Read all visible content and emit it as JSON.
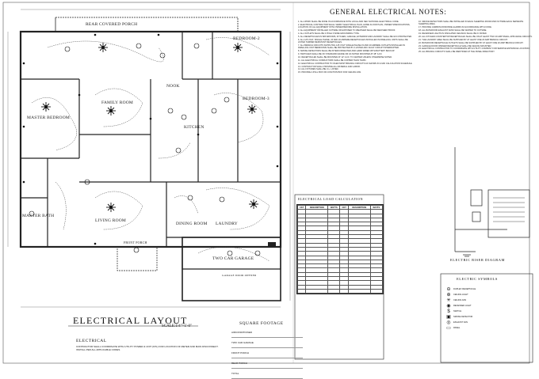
{
  "plan": {
    "title": "ELECTRICAL LAYOUT",
    "scale": "SCALE:1/4\"=1'-0\"",
    "rooms": {
      "rear_covered_porch": "REAR COVERED PORCH",
      "bedroom_2": "BEDROOM-2",
      "family_room": "FAMILY ROOM",
      "master_bedroom": "MASTER BEDROOM",
      "bedroom_3": "BEDROOM-3",
      "kitchen": "KITCHEN",
      "nook": "NOOK",
      "living_room": "LIVING ROOM",
      "dining_room": "DINING ROOM",
      "laundry": "LAUNDRY",
      "master_bath": "MASTER BATH",
      "two_car_garage": "TWO CAR GARAGE",
      "garage_door_opener": "GARAGE DOOR OPENER",
      "front_porch": "FRONT PORCH"
    }
  },
  "notes": {
    "title": "GENERAL ELECTRICAL NOTES:",
    "left_col": [
      "1. ALL WORK SHALL BE DONE IN ACCORDANCE WITH LOCAL AND NEC NATIONAL ELECTRICAL CODE.",
      "2. ELECTRICAL CONTRACTOR SHALL VERIFY ELECTRICAL PLAN, HOME FLOOR PLAN, OWNER SPECIFICATIONS, LOCATION OF ALL EQUIPMENT WITH OWNER BEFORE INSTALLATION.",
      "3. ALL EQUIPMENT INSTALLED OUTSIDE OR EXPOSED TO WEATHER SHALL BE WEATHER PROOF.",
      "4. ALL OUTLETS SHALL BE 3 POLE 3 WIRE GROUNDING TYPE.",
      "5. ALL RECEPTACLES IN BATHROOMS, KITCHEN, GARAGE, EXTERIOR AND LAUNDRY SHALL BE GFCI PROTECTED.",
      "6. ALL 125 VOLT, SINGLE PHASE, 15 AND 20 AMPERE RECEPTACLES INSTALLED IN DWELLING UNITS SHALL BE LISTED TAMPER RESISTANT RECEPTACLES.",
      "7. ALL BRANCH CIRCUITS SUPPLYING 125 VOLT SINGLE PHASE 15 AND 20 AMPERE OUTLETS INSTALLED IN DWELLING UNIT BEDROOMS SHALL BE PROTECTED BY A LISTED ARC FAULT CIRCUIT INTERRUPTER.",
      "8. SMOKE DETECTORS SHALL BE INTERCONNECTED AND HARD WIRED WITH BATTERY BACKUP.",
      "9. SWITCHES SHALL BE OF STANDARD GRADE OR AS NOTED MOUNTED AT 48\" A.F.F.",
      "10. RECEPTACLES SHALL BE MOUNTED AT 12\" A.F.F. TO CENTER UNLESS OTHERWISE NOTED.",
      "11. ALL ELECTRICAL CONDUCTORS SHALL BE COPPER THHN THWN.",
      "12. ELECTRICAL CONTRACTOR TO FILED MOST BRANCH CIRCUITS AS SHOWN IN LOAD CALCULATION SCHEDULE.",
      "13. CONTRACTOR SHALL PROVIDE ALL MATERIAL AND LABOR.",
      "14. ALL FIXTURES SHALL BE U.L. LISTED.",
      "15. PROVIDE A PULL BOX OR JUNCTION BOX FOR CEILING FAN."
    ],
    "right_col": [
      "16. SMOKE DETECTORS SHALL BE INSTALLED IN EACH SLEEPING ROOM AND OUTSIDE EACH SEPARATE SLEEPING AREA.",
      "17. PROVIDE CARBON MONOXIDE ALARMS IN ACCORDANCE WITH CODE.",
      "18. ALL BATHROOM EXHAUST FANS SHALL BE VENTED TO OUTSIDE.",
      "19. RECESSED LIGHTS IN INSULATED CEILINGS SHALL BE IC RATED.",
      "20. ALL KITCHEN COUNTERTOP RECEPTACLES SHALL BE ON AT LEAST TWO 20 AMP SMALL APPLIANCE CIRCUITS.",
      "21. THE LAUNDRY AREA SHALL BE SUPPLIED BY AT LEAST ONE 20 AMP BRANCH CIRCUIT.",
      "22. BATHROOM RECEPTACLE OUTLETS SHALL BE SUPPLIED BY AT LEAST ONE 20 AMP BRANCH CIRCUIT.",
      "23. GARAGE DOOR OPENER RECEPTACLE SHALL BE CEILING MOUNTED.",
      "24. ELECTRICAL CONTRACTOR TO COORDINATE WITH UTILITY COMPANY FOR SERVICE ENTRANCE LOCATION.",
      "25. ALL BRANCH CIRCUITS SHALL BE IDENTIFIED AT THE PANEL DIRECTORY."
    ]
  },
  "load_calc": {
    "title": "ELECTRICAL LOAD CALCULATION",
    "headers": [
      "CKT",
      "DESCRIPTION",
      "WATTS",
      "CKT",
      "DESCRIPTION",
      "WATTS"
    ],
    "row_count": 20
  },
  "square_footage": {
    "title": "SQUARE FOOTAGE",
    "rows": [
      [
        "AIRCONDITIONED",
        "",
        ""
      ],
      [
        "TWO CAR GARAGE",
        "",
        ""
      ],
      [
        "FRONT PORCH",
        "",
        ""
      ],
      [
        "REAR PORCH",
        "",
        ""
      ],
      [
        "TOTAL",
        "",
        ""
      ]
    ]
  },
  "electrical_block": {
    "title": "ELECTRICAL",
    "text": "CONTRACTOR SHALL COORDINATE WITH UTILITY POWER & UNIT (FPL) FOR LOCATION OF METER AND MAIN DISCONNECT. INSTALL PER ALL APPLICABLE CODES."
  },
  "riser": {
    "title": "ELECTRIC RISER DIAGRAM"
  },
  "symbols": {
    "title": "ELECTRIC SYMBOLS",
    "items": [
      {
        "glyph": "⊖",
        "label": "DUPLEX RECEPTACLE"
      },
      {
        "glyph": "⊕",
        "label": "CEILING LIGHT"
      },
      {
        "glyph": "✳",
        "label": "CEILING FAN"
      },
      {
        "glyph": "◉",
        "label": "RECESSED LIGHT"
      },
      {
        "glyph": "$",
        "label": "SWITCH"
      },
      {
        "glyph": "▣",
        "label": "SMOKE DETECTOR"
      },
      {
        "glyph": "◎",
        "label": "EXHAUST FAN"
      },
      {
        "glyph": "▭",
        "label": "PANEL"
      }
    ]
  },
  "colors": {
    "ink": "#111111",
    "line": "#333333",
    "paper": "#ffffff"
  }
}
